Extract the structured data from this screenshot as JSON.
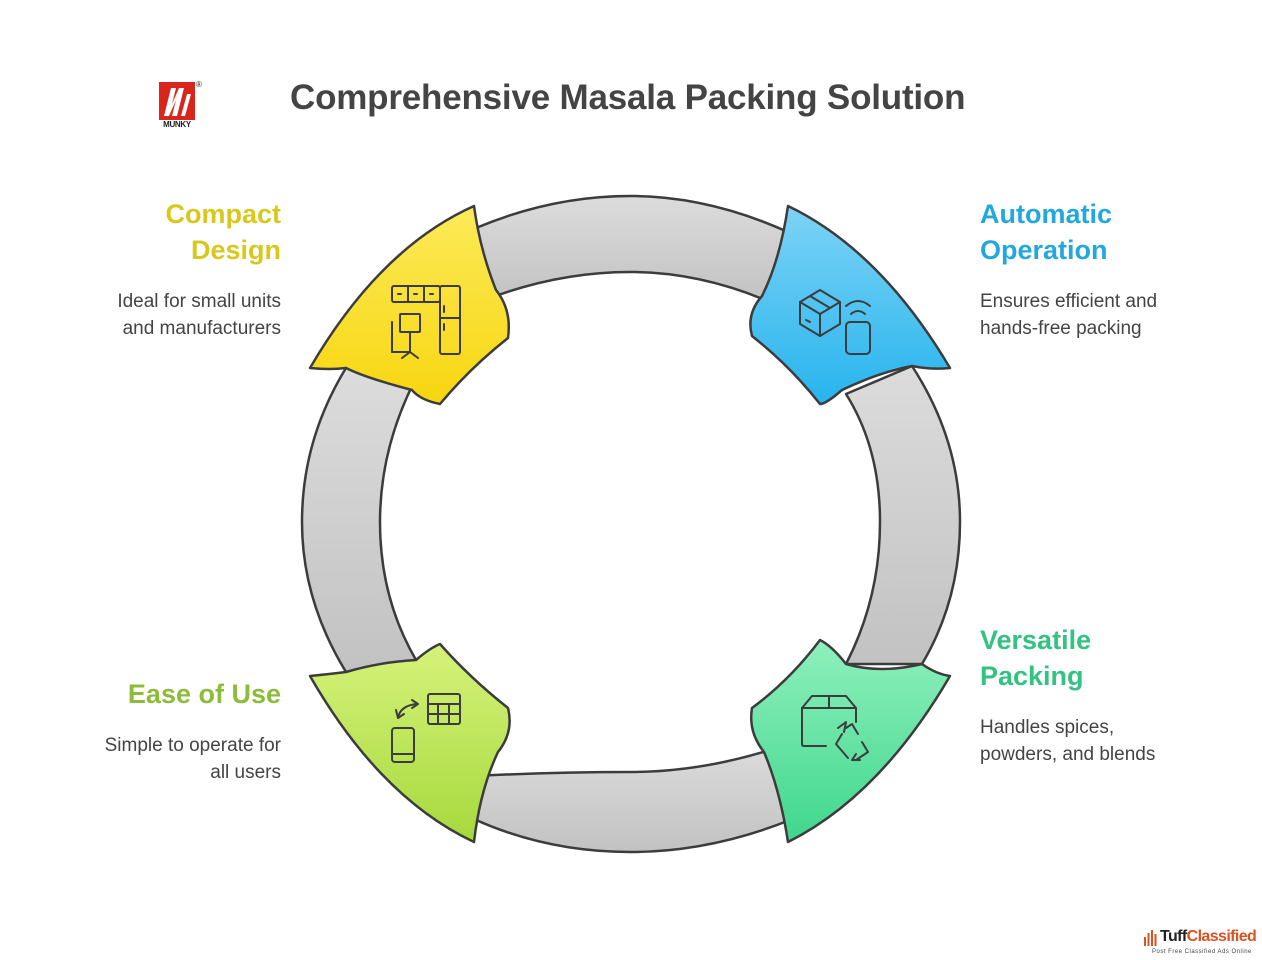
{
  "title": "Comprehensive Masala Packing Solution",
  "logo": {
    "text": "MUNKY",
    "mark": "®"
  },
  "colors": {
    "compact": "#d9c81c",
    "automatic": "#22a8dd",
    "ease": "#8dbb3a",
    "versatile": "#33c282",
    "ring": "#cfcfcf"
  },
  "items": {
    "compact": {
      "heading": [
        "Compact",
        "Design"
      ],
      "desc": [
        "Ideal for small units",
        "and manufacturers"
      ],
      "icon": "office-layout-icon"
    },
    "automatic": {
      "heading": [
        "Automatic",
        "Operation"
      ],
      "desc": [
        "Ensures efficient and",
        "hands-free packing"
      ],
      "icon": "box-wireless-device-icon"
    },
    "ease": {
      "heading": [
        "Ease of Use"
      ],
      "desc": [
        "Simple to operate for",
        "all users"
      ],
      "icon": "phone-sync-grid-icon"
    },
    "versatile": {
      "heading": [
        "Versatile",
        "Packing"
      ],
      "desc": [
        "Handles spices,",
        "powders, and blends"
      ],
      "icon": "box-recycle-icon"
    }
  },
  "watermark": {
    "name_part1": "Tuff",
    "name_part2": "Classified",
    "tagline": "Post Free Classified Ads Online"
  }
}
